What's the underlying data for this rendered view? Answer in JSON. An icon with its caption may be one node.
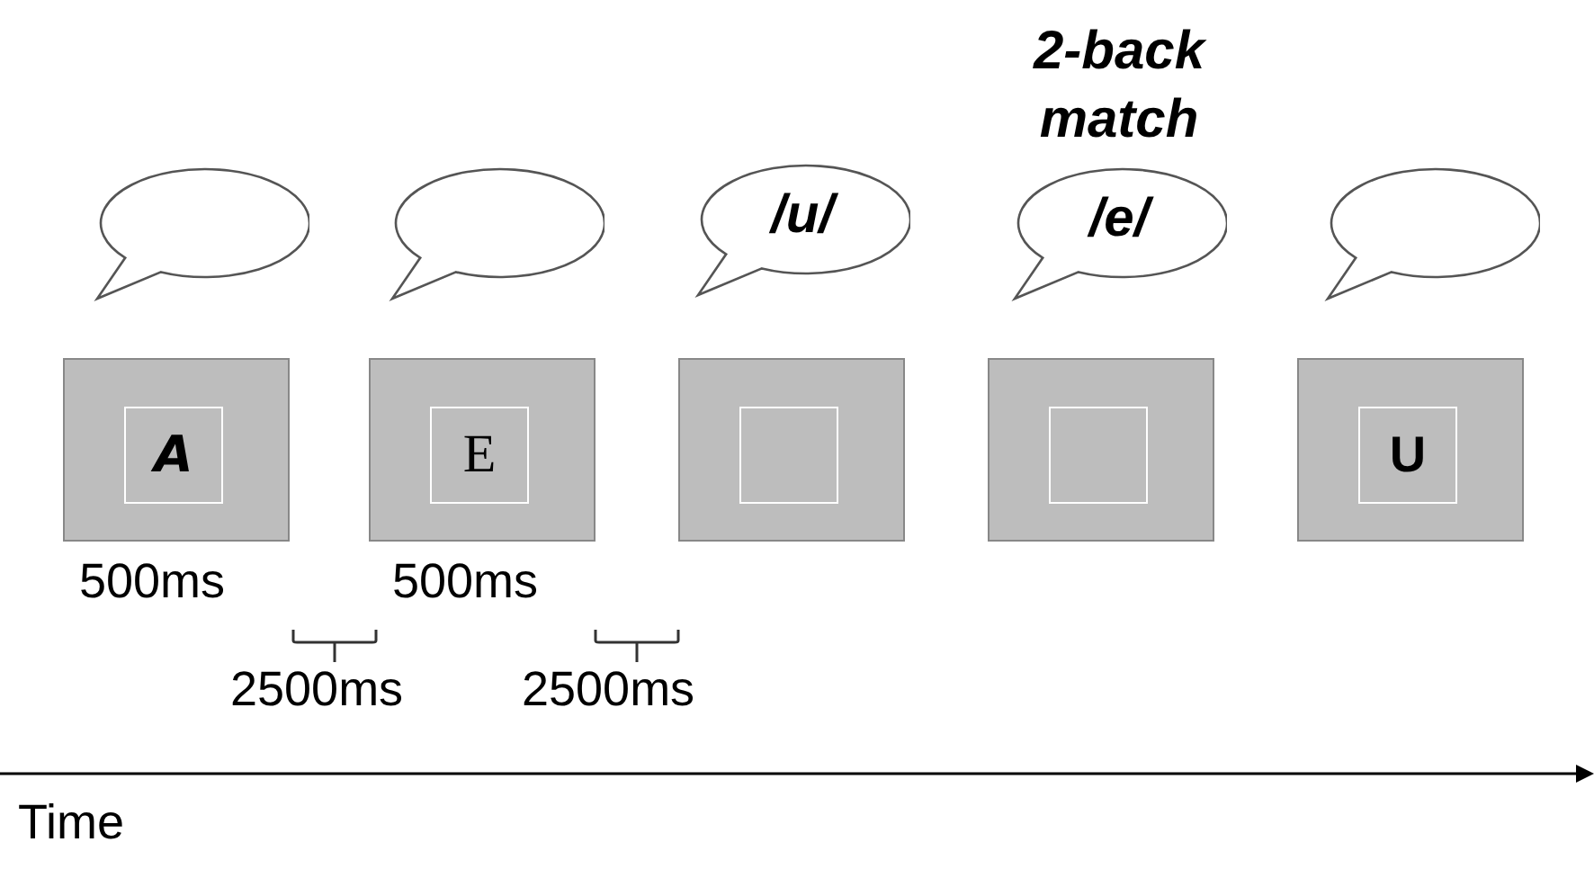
{
  "diagram": {
    "nodes": [
      {
        "text": [],
        "shape": "bubble"
      },
      {
        "text": [],
        "shape": "bubble"
      },
      {
        "text": [
          "/u/"
        ]
      },
      {
        "text": [
          "/e/"
        ],
        "beside": [
          "2-back match"
        ]
      },
      {
        "text": [],
        "shape": "bubble"
      },
      {
        "text": [],
        "shape": "box",
        "beside": [
          "500ms"
        ]
      },
      {
        "text": [
          "A"
        ],
        "in": 5
      },
      {
        "text": [],
        "shape": "box",
        "beside": [
          "500ms"
        ]
      },
      {
        "text": [
          "E"
        ],
        "in": 7
      },
      {
        "text": [],
        "shape": "box"
      },
      {
        "text": [],
        "shape": "box",
        "in": 9
      },
      {
        "text": [],
        "shape": "box"
      },
      {
        "text": [],
        "shape": "box",
        "in": 11
      },
      {
        "text": [],
        "shape": "box"
      },
      {
        "text": [
          "U"
        ],
        "in": 13
      }
    ],
    "edges": [],
    "labels": [
      "2500ms",
      "2500ms",
      "Time"
    ]
  }
}
